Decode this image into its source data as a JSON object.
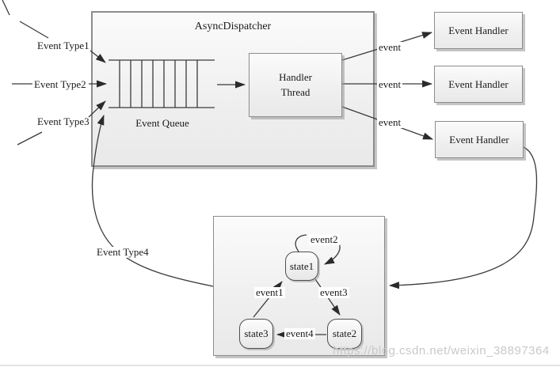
{
  "diagram": {
    "dispatcher": {
      "title": "AsyncDispatcher",
      "queue_label": "Event Queue",
      "thread_label": "Handler Thread"
    },
    "inputs": {
      "type1": "Event Type1",
      "type2": "Event Type2",
      "type3": "Event Type3",
      "type4": "Event Type4"
    },
    "output_labels": [
      "event",
      "event",
      "event"
    ],
    "handlers": [
      "Event Handler",
      "Event Handler",
      "Event Handler"
    ],
    "state_machine": {
      "states": [
        "state1",
        "state2",
        "state3"
      ],
      "transitions": [
        "event1",
        "event2",
        "event3",
        "event4"
      ]
    },
    "watermark": "https://blog.csdn.net/weixin_38897364",
    "colors": {
      "line": "#3a3a3a",
      "box_border": "#8c8c8c",
      "box_fill_top": "#fbfbfb",
      "box_fill_bottom": "#e9e9e9",
      "watermark": "#c9c9c9"
    }
  }
}
